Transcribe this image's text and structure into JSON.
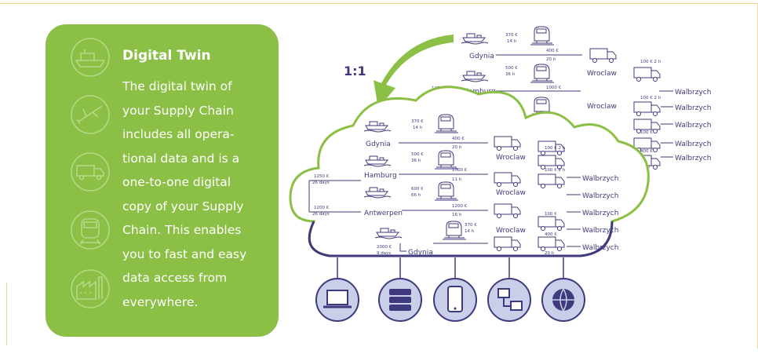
{
  "card": {
    "title": "Digital Twin",
    "body_lines": [
      "The digital twin of",
      "your Supply Chain",
      "includes all opera-",
      "tional data and is a",
      "one-to-one digital",
      "copy of your Supply",
      "Chain. This enables",
      "you to fast and easy",
      "data access from",
      "everywhere."
    ],
    "icons": [
      "ship-icon",
      "plane-icon",
      "truck-icon",
      "train-icon",
      "factory-icon"
    ]
  },
  "diagram": {
    "ratio_label": "1:1",
    "cities": {
      "gdynia": "Gdynia",
      "hamburg": "Hamburg",
      "antwerpen": "Antwerpen",
      "wroclaw": "Wroclaw",
      "walbrzych": "Walbrzych"
    },
    "legs": {
      "sea_1": "370 €",
      "sea_1_time": "14 h",
      "sea_2": "500 €",
      "sea_2_time": "36 h",
      "sea_3": "600 €",
      "sea_3_time": "66 h",
      "sea_4": "370 €",
      "sea_4_time": "14 h",
      "rail_1": "400 €",
      "rail_1_time": "20 h",
      "rail_2": "1000 €",
      "rail_2_time": "11 h",
      "rail_3": "1200 €",
      "rail_3_time": "16 h",
      "ocean_1": "1250 €",
      "ocean_1_time": "26 days",
      "ocean_2": "1200 €",
      "ocean_2_time": "26 days",
      "ocean_3": "2000 €",
      "ocean_3_time": "9 days",
      "road_1": "100 € 2 h",
      "road_2": "100 € 2 h",
      "road_3": "100 €",
      "road_4": "400 €",
      "road_4_time": "20 h"
    },
    "devices": [
      "laptop-icon",
      "server-icon",
      "smartphone-icon",
      "network-icon",
      "globe-icon"
    ]
  }
}
